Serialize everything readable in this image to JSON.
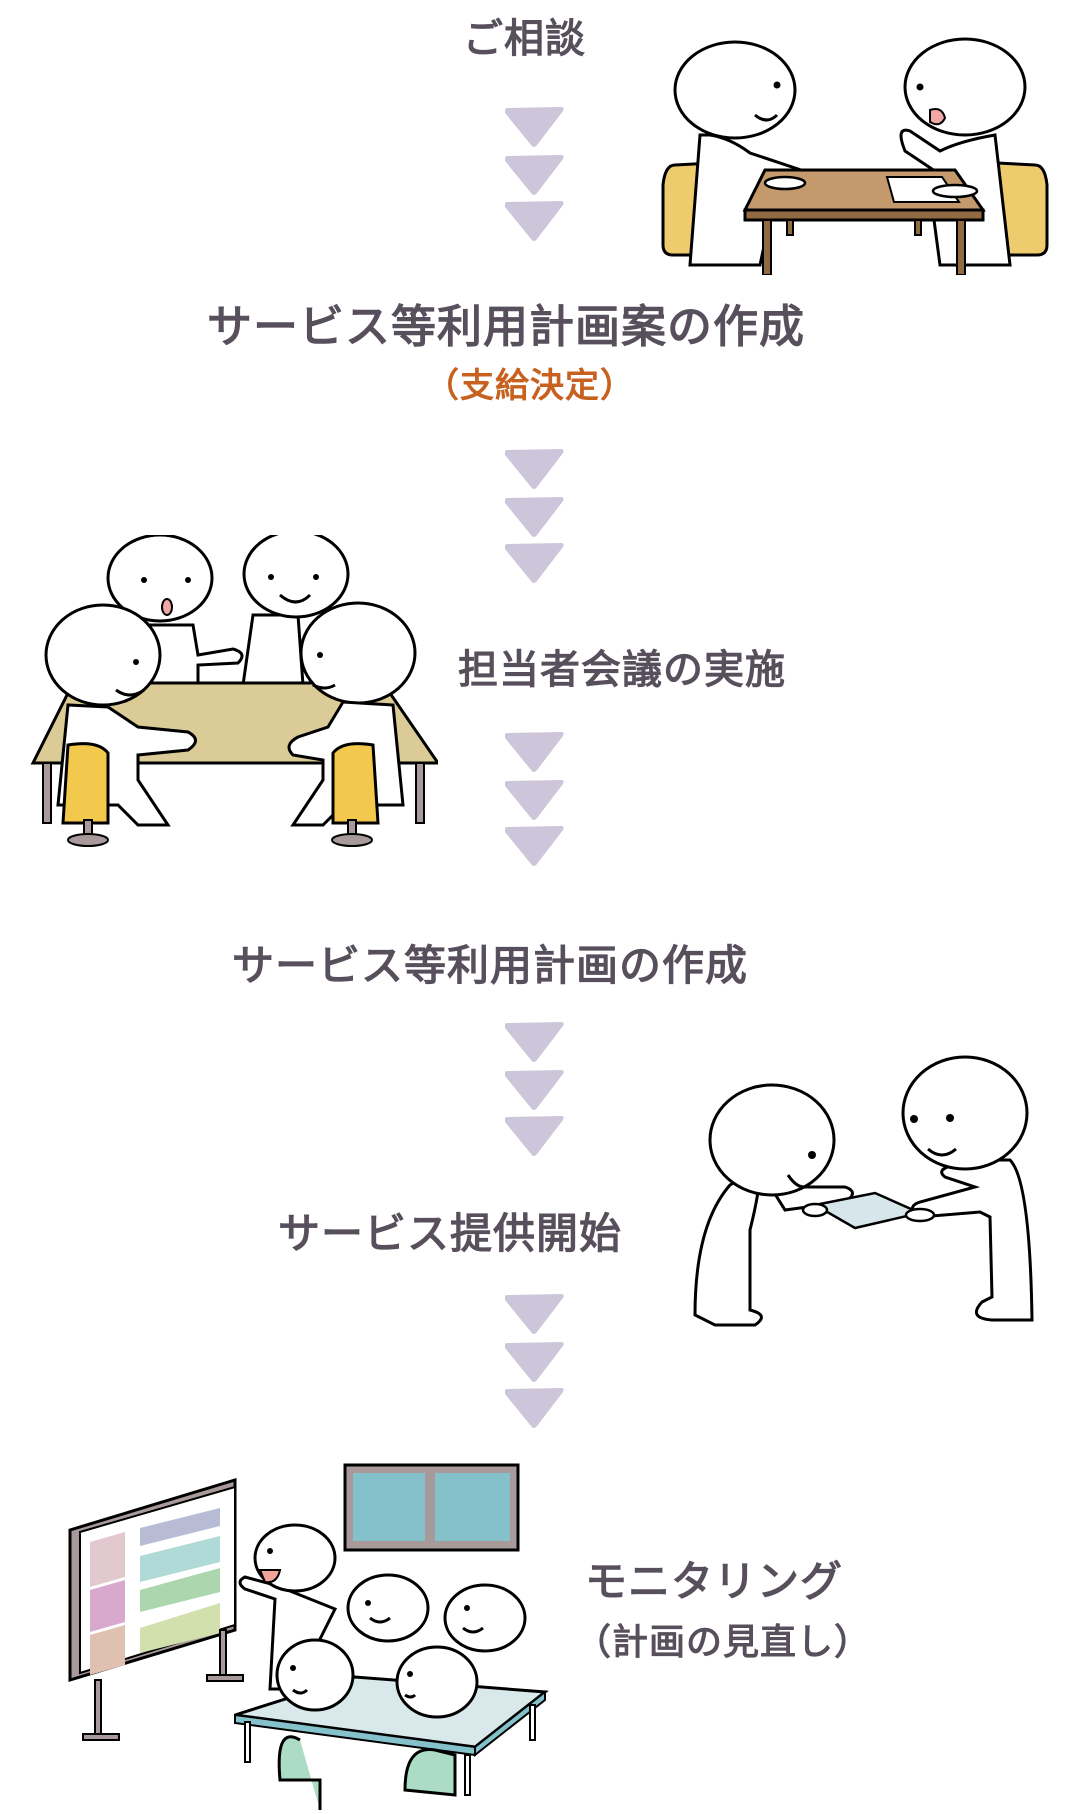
{
  "colors": {
    "text": "#574f5c",
    "accent_orange": "#c8611f",
    "arrow": "#cdc6da"
  },
  "steps": [
    {
      "title": "ご相談",
      "illustration": "consultation-illustration"
    },
    {
      "title": "サービス等利用計画案の作成",
      "subtitle": "（支給決定）",
      "illustration": ""
    },
    {
      "title": "担当者会議の実施",
      "illustration": "meeting-illustration"
    },
    {
      "title": "サービス等利用計画の作成",
      "illustration": ""
    },
    {
      "title": "サービス提供開始",
      "illustration": "handover-illustration"
    },
    {
      "title": "モニタリング",
      "subtitle": "（計画の見直し）",
      "illustration": "monitoring-illustration"
    }
  ],
  "arrow_icon": "triple-down-triangle-icon"
}
